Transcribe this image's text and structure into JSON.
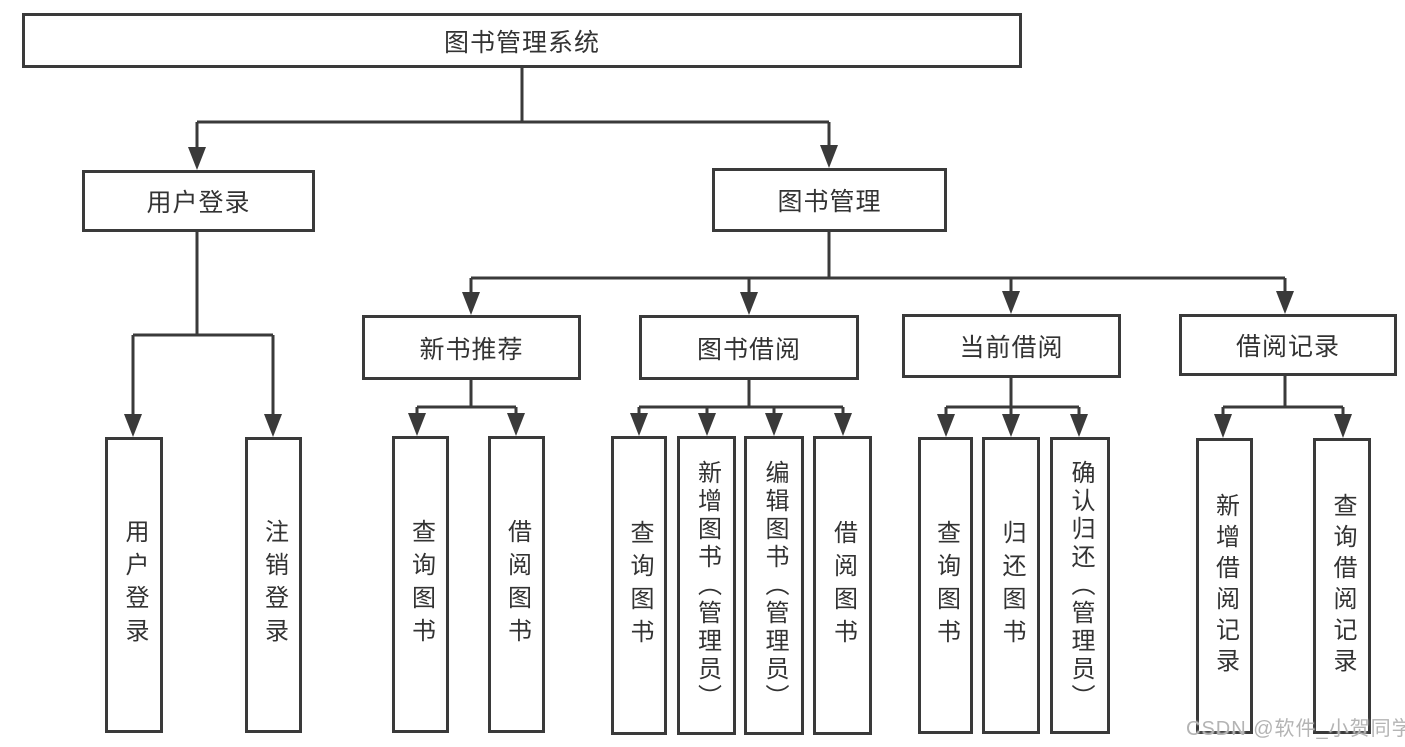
{
  "diagram": {
    "title": "图书管理系统",
    "colors": {
      "line": "#3a3a3a",
      "text": "#333333",
      "background": "#ffffff",
      "watermark": "#b4b4b4"
    },
    "nodes": {
      "root": "图书管理系统",
      "user_login": "用户登录",
      "book_mgmt": "图书管理",
      "new_recommend": "新书推荐",
      "book_borrow": "图书借阅",
      "current_borrow": "当前借阅",
      "borrow_record": "借阅记录"
    },
    "children": {
      "user_login": [
        "用户登录",
        "注销登录"
      ],
      "new_recommend": [
        "查询图书",
        "借阅图书"
      ],
      "book_borrow": [
        "查询图书",
        "新增图书（管理员）",
        "编辑图书（管理员）",
        "借阅图书"
      ],
      "current_borrow": [
        "查询图书",
        "归还图书",
        "确认归还（管理员）"
      ],
      "borrow_record": [
        "新增借阅记录",
        "查询借阅记录"
      ]
    }
  },
  "watermark": {
    "text": "CSDN @软件_小贺同学"
  }
}
